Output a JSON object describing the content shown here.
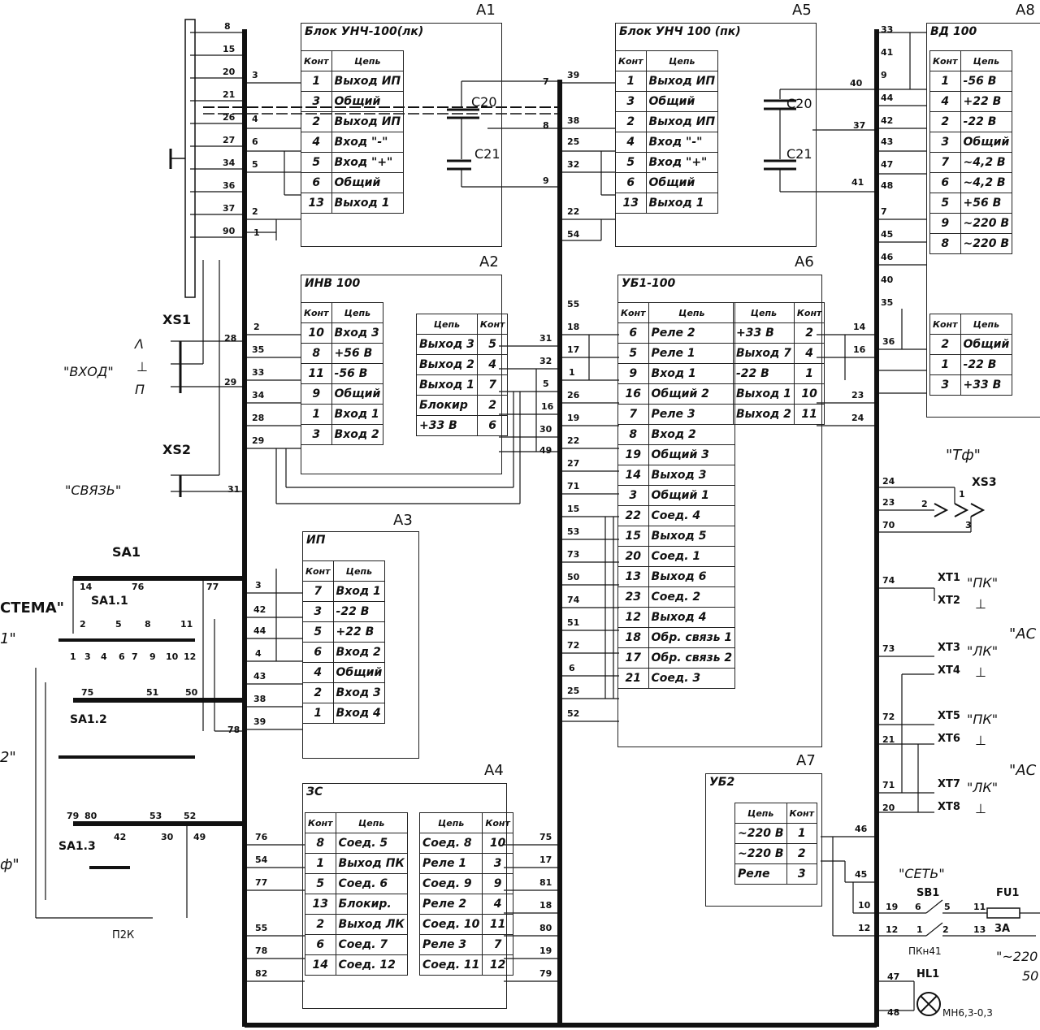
{
  "blocks": {
    "a1": {
      "id": "A1",
      "title": "Блок УНЧ-100(лк)",
      "head": [
        "Конт",
        "Цепь"
      ],
      "rows": [
        [
          "1",
          "Выход ИП"
        ],
        [
          "3",
          "Общий"
        ],
        [
          "2",
          "Выход ИП"
        ],
        [
          "4",
          "Вход \"-\""
        ],
        [
          "5",
          "Вход \"+\""
        ],
        [
          "6",
          "Общий"
        ],
        [
          "13",
          "Выход 1"
        ]
      ]
    },
    "a5": {
      "id": "A5",
      "title": "Блок УНЧ 100 (пк)",
      "head": [
        "Конт",
        "Цепь"
      ],
      "rows": [
        [
          "1",
          "Выход ИП"
        ],
        [
          "3",
          "Общий"
        ],
        [
          "2",
          "Выход ИП"
        ],
        [
          "4",
          "Вход \"-\""
        ],
        [
          "5",
          "Вход \"+\""
        ],
        [
          "6",
          "Общий"
        ],
        [
          "13",
          "Выход 1"
        ]
      ]
    },
    "a8": {
      "id": "A8",
      "title": "ВД 100",
      "head": [
        "Конт",
        "Цепь"
      ],
      "rows": [
        [
          "1",
          "-56 В"
        ],
        [
          "4",
          "+22 В"
        ],
        [
          "2",
          "-22 В"
        ],
        [
          "3",
          "Общий"
        ],
        [
          "7",
          "~4,2 В"
        ],
        [
          "6",
          "~4,2 В"
        ],
        [
          "5",
          "+56 В"
        ],
        [
          "9",
          "~220 В"
        ],
        [
          "8",
          "~220 В"
        ]
      ],
      "rows2": [
        [
          "2",
          "Общий"
        ],
        [
          "1",
          "-22 В"
        ],
        [
          "3",
          "+33 В"
        ]
      ]
    },
    "a2": {
      "id": "A2",
      "title": "ИНВ 100",
      "head": [
        "Конт",
        "Цепь"
      ],
      "rows": [
        [
          "10",
          "Вход 3"
        ],
        [
          "8",
          "+56 В"
        ],
        [
          "11",
          "-56 В"
        ],
        [
          "9",
          "Общий"
        ],
        [
          "1",
          "Вход 1"
        ],
        [
          "3",
          "Вход 2"
        ]
      ],
      "head2": [
        "Цепь",
        "Конт"
      ],
      "rows2": [
        [
          "Выход 3",
          "5"
        ],
        [
          "Выход 2",
          "4"
        ],
        [
          "Выход 1",
          "7"
        ],
        [
          "Блокир",
          "2"
        ],
        [
          "+33 В",
          "6"
        ]
      ]
    },
    "a6": {
      "id": "A6",
      "title": "УБ1-100",
      "head": [
        "Конт",
        "Цепь"
      ],
      "rows": [
        [
          "6",
          "Реле 2"
        ],
        [
          "5",
          "Реле 1"
        ],
        [
          "9",
          "Вход 1"
        ],
        [
          "16",
          "Общий 2"
        ],
        [
          "7",
          "Реле 3"
        ],
        [
          "8",
          "Вход 2"
        ],
        [
          "19",
          "Общий 3"
        ],
        [
          "14",
          "Выход 3"
        ],
        [
          "3",
          "Общий 1"
        ],
        [
          "22",
          "Соед. 4"
        ],
        [
          "15",
          "Выход 5"
        ],
        [
          "20",
          "Соед. 1"
        ],
        [
          "13",
          "Выход 6"
        ],
        [
          "23",
          "Соед. 2"
        ],
        [
          "12",
          "Выход 4"
        ],
        [
          "18",
          "Обр. связь 1"
        ],
        [
          "17",
          "Обр. связь 2"
        ],
        [
          "21",
          "Соед. 3"
        ]
      ],
      "head2": [
        "Цепь",
        "Конт"
      ],
      "rows2": [
        [
          "+33 В",
          "2"
        ],
        [
          "Выход 7",
          "4"
        ],
        [
          "-22 В",
          "1"
        ],
        [
          "Выход 1",
          "10"
        ],
        [
          "Выход 2",
          "11"
        ]
      ]
    },
    "a3": {
      "id": "A3",
      "title": "ИП",
      "head": [
        "Конт",
        "Цепь"
      ],
      "rows": [
        [
          "7",
          "Вход 1"
        ],
        [
          "3",
          "-22 В"
        ],
        [
          "5",
          "+22 В"
        ],
        [
          "6",
          "Вход 2"
        ],
        [
          "4",
          "Общий"
        ],
        [
          "2",
          "Вход 3"
        ],
        [
          "1",
          "Вход 4"
        ]
      ]
    },
    "a4": {
      "id": "A4",
      "title": "ЗС",
      "head": [
        "Конт",
        "Цепь"
      ],
      "rows": [
        [
          "8",
          "Соед. 5"
        ],
        [
          "1",
          "Выход ПК"
        ],
        [
          "5",
          "Соед. 6"
        ],
        [
          "13",
          "Блокир."
        ],
        [
          "2",
          "Выход ЛК"
        ],
        [
          "6",
          "Соед. 7"
        ],
        [
          "14",
          "Соед. 12"
        ]
      ],
      "head2": [
        "Цепь",
        "Конт"
      ],
      "rows2": [
        [
          "Соед. 8",
          "10"
        ],
        [
          "Реле 1",
          "3"
        ],
        [
          "Соед. 9",
          "9"
        ],
        [
          "Реле 2",
          "4"
        ],
        [
          "Соед. 10",
          "11"
        ],
        [
          "Реле 3",
          "7"
        ],
        [
          "Соед. 11",
          "12"
        ]
      ]
    },
    "a7": {
      "id": "A7",
      "title": "УБ2",
      "head": [
        "Цепь",
        "Конт"
      ],
      "rows": [
        [
          "~220 В",
          "1"
        ],
        [
          "~220 В",
          "2"
        ],
        [
          "Реле",
          "3"
        ]
      ]
    }
  },
  "labels": {
    "xs1": "XS1",
    "vhod": "\"ВХОД\"",
    "lam": "Λ",
    "perp": "⊥",
    "pi": "Π",
    "xs2": "XS2",
    "svyaz": "\"СВЯЗЬ\"",
    "sa1": "SA1",
    "sa11": "SA1.1",
    "sa12": "SA1.2",
    "sa13": "SA1.3",
    "p2k": "П2К",
    "sistema": "СТЕМА\"",
    "q1": "1\"",
    "q2": "2\"",
    "qf": "ф\"",
    "tf": "\"Тф\"",
    "xs3": "XS3",
    "xt1": "XT1",
    "xt2": "XT2",
    "xt3": "XT3",
    "xt4": "XT4",
    "xt5": "XT5",
    "xt6": "XT6",
    "xt7": "XT7",
    "xt8": "XT8",
    "pk1": "\"ПК\"",
    "lk1": "\"ЛК\"",
    "pk2": "\"ПК\"",
    "lk2": "\"ЛК\"",
    "gnd": "⊥",
    "ac1": "\"АС",
    "ac2": "\"АС",
    "set": "\"СЕТЬ\"",
    "sb1": "SB1",
    "pkn": "ПКн41",
    "fu1": "FU1",
    "fu_val": "3А",
    "hl1": "HL1",
    "lamp": "МН6,3-0,3",
    "v220": "\"~220",
    "v50": "50",
    "c20": "C20",
    "c21": "C21",
    "c20b": "C20",
    "c21b": "C21"
  },
  "wire_numbers": {
    "left_col": [
      "8",
      "15",
      "20",
      "21",
      "26",
      "27",
      "34",
      "36",
      "37",
      "90"
    ],
    "a1_in": [
      "3",
      "4",
      "6",
      "5",
      "2",
      "1"
    ],
    "xs_mid": [
      "28",
      "29",
      "31"
    ],
    "a2_in": [
      "2",
      "35",
      "33",
      "34",
      "28",
      "29"
    ],
    "a2_out": [
      "31",
      "32",
      "5",
      "16",
      "30",
      "49"
    ],
    "a3_in": [
      "3",
      "42",
      "44",
      "4",
      "43",
      "38",
      "39"
    ],
    "sa": [
      "14",
      "76",
      "77",
      "2",
      "5",
      "8",
      "11",
      "1",
      "3",
      "4",
      "6",
      "7",
      "9",
      "10",
      "12",
      "75",
      "51",
      "50",
      "78",
      "79",
      "80",
      "53",
      "52",
      "42",
      "30",
      "49"
    ],
    "a4_in": [
      "76",
      "54",
      "77",
      "55",
      "78",
      "82"
    ],
    "a4_out": [
      "75",
      "17",
      "81",
      "18",
      "80",
      "19",
      "79"
    ],
    "a5_in": [
      "39",
      "38",
      "25",
      "32",
      "22",
      "54",
      "7",
      "8",
      "9"
    ],
    "a6_in": [
      "55",
      "18",
      "17",
      "1",
      "26",
      "19",
      "22",
      "27",
      "71",
      "15",
      "53",
      "73",
      "50",
      "74",
      "51",
      "72",
      "6",
      "25",
      "52"
    ],
    "a6_out": [
      "14",
      "16",
      "23",
      "24"
    ],
    "right_col": [
      "33",
      "41",
      "9",
      "44",
      "42",
      "43",
      "47",
      "48",
      "7",
      "45",
      "46",
      "40",
      "35",
      "36",
      "40",
      "37",
      "41"
    ],
    "xs3": [
      "24",
      "23",
      "70",
      "2",
      "1",
      "3"
    ],
    "xt": [
      "74",
      "73",
      "72",
      "21",
      "71",
      "20"
    ],
    "a7": [
      "46",
      "45",
      "10",
      "12",
      "47",
      "48",
      "19",
      "12",
      "6",
      "5",
      "11",
      "1",
      "2",
      "13"
    ]
  }
}
